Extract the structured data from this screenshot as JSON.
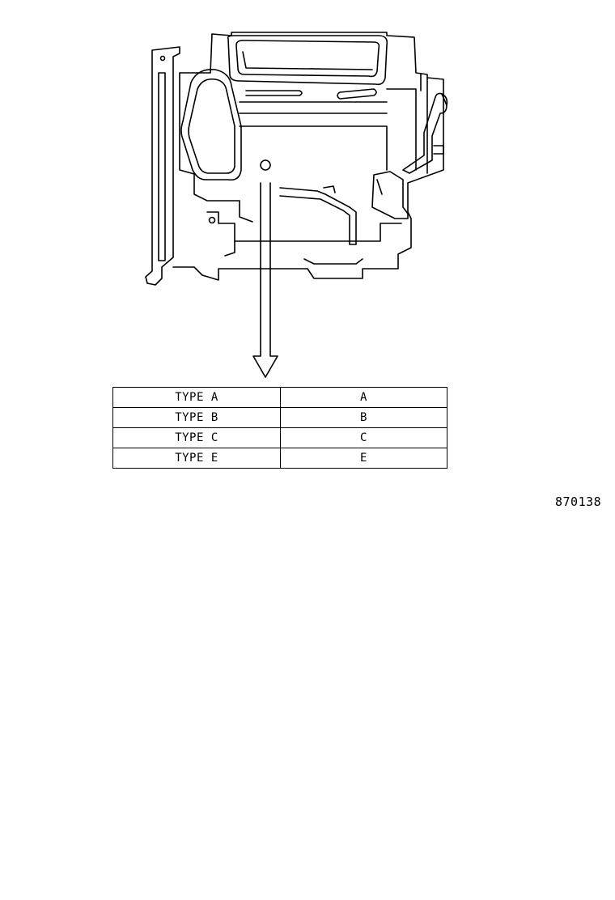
{
  "table": {
    "rows": [
      {
        "type": "TYPE A",
        "code": "A"
      },
      {
        "type": "TYPE B",
        "code": "B"
      },
      {
        "type": "TYPE C",
        "code": "C"
      },
      {
        "type": "TYPE E",
        "code": "E"
      }
    ]
  },
  "reference_number": "870138",
  "colors": {
    "line": "#000000",
    "background": "#ffffff"
  }
}
